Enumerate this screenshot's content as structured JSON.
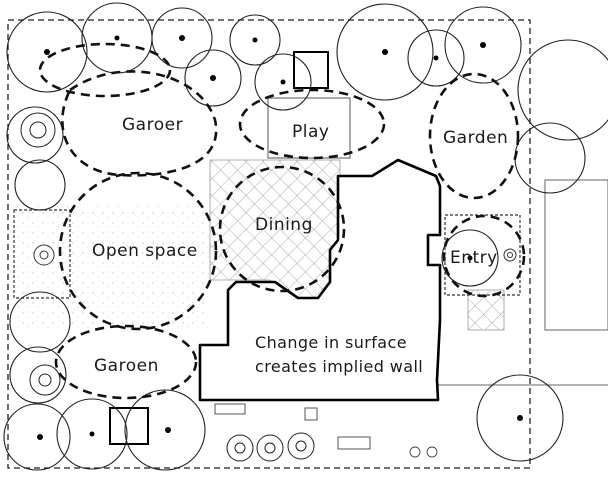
{
  "labels": {
    "garden_top_left": "Garoer",
    "play": "Play",
    "garden_right": "Garden",
    "dining": "Dining",
    "open_space": "Open space",
    "entry": "Entry",
    "garden_bottom_left": "Garoen",
    "note_line1": "Change in surface",
    "note_line2": "creates implied wall"
  },
  "colors": {
    "ink": "#111111",
    "paper": "#ffffff",
    "hatch": "#9a9a9a"
  }
}
